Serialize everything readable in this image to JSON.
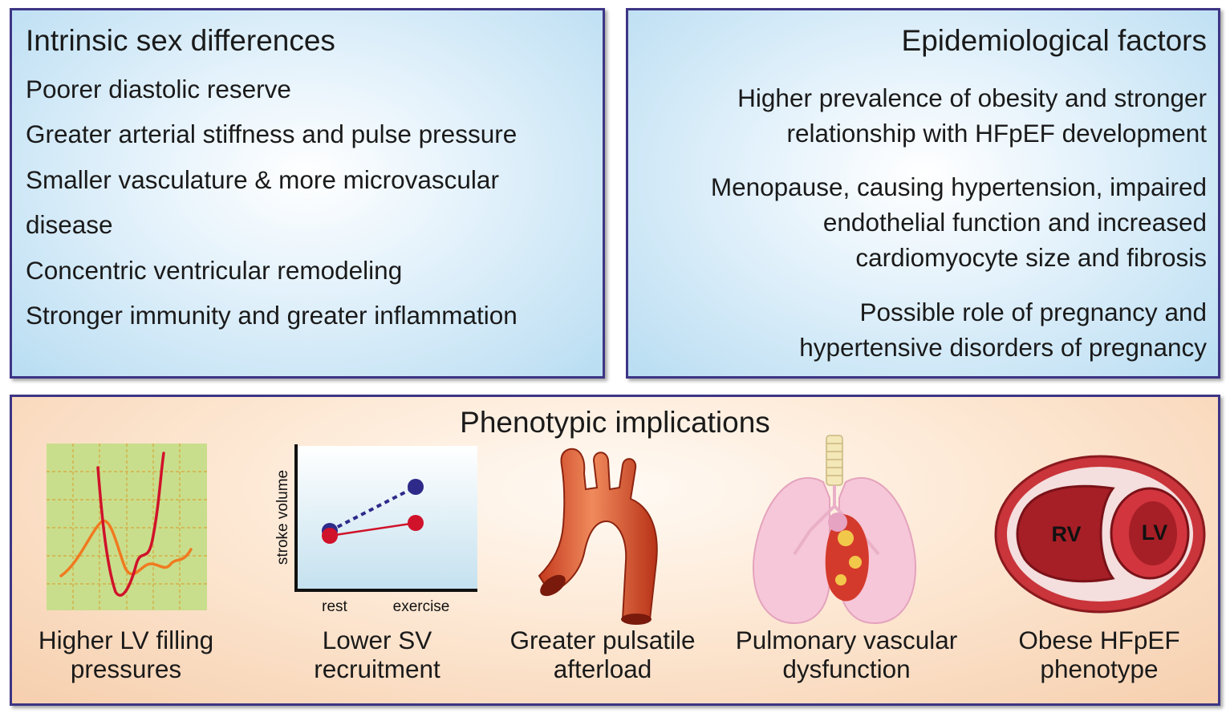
{
  "intrinsic": {
    "title": "Intrinsic sex differences",
    "items": [
      "Poorer diastolic reserve",
      "Greater arterial stiffness and pulse pressure",
      "Smaller vasculature & more microvascular",
      "disease",
      "Concentric ventricular remodeling",
      "Stronger immunity and greater inflammation"
    ]
  },
  "epidemiological": {
    "title": "Epidemiological factors",
    "items": [
      {
        "lines": [
          "Higher prevalence of obesity and stronger",
          "relationship with HFpEF development"
        ]
      },
      {
        "lines": [
          "Menopause, causing hypertension, impaired",
          "endothelial function and increased",
          "cardiomyocyte size and fibrosis"
        ]
      },
      {
        "lines": [
          "Possible role of pregnancy and",
          "hypertensive disorders of pregnancy"
        ]
      }
    ]
  },
  "phenotypic": {
    "title": "Phenotypic implications",
    "items": [
      {
        "caption": [
          "Higher LV filling",
          "pressures"
        ]
      },
      {
        "caption": [
          "Lower SV",
          "recruitment"
        ]
      },
      {
        "caption": [
          "Greater pulsatile",
          "afterload"
        ]
      },
      {
        "caption": [
          "Pulmonary vascular",
          "dysfunction"
        ]
      },
      {
        "caption": [
          "Obese HFpEF",
          "phenotype"
        ]
      }
    ],
    "sv_chart": {
      "ylabel": "stroke volume",
      "xlabels": [
        "rest",
        "exercise"
      ]
    },
    "heart_labels": {
      "rv": "RV",
      "lv": "LV"
    }
  },
  "colors": {
    "border": "#3d3585",
    "red": "#d0122a",
    "navy": "#2e2a8a",
    "orange": "#f07a20"
  }
}
